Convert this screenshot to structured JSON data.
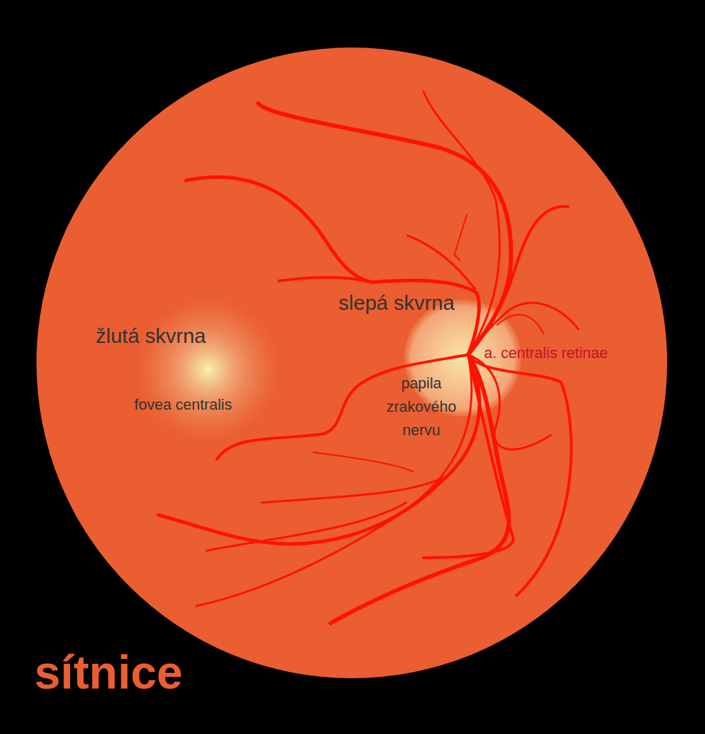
{
  "diagram": {
    "title": "sítnice",
    "nodes": [
      {
        "text": [
          "žlutá skvrna",
          "fovea centralis"
        ]
      },
      {
        "text": [
          "slepá skvrna",
          "papila zrakového nervu"
        ]
      }
    ],
    "labels": [
      "a. centralis retinae"
    ]
  }
}
